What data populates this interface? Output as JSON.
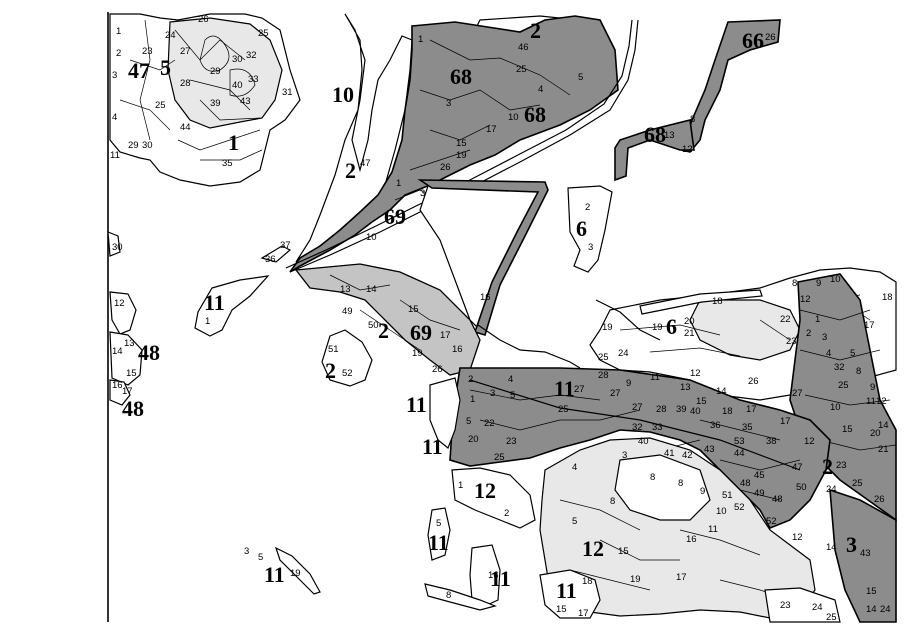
{
  "block_labels": [
    "1",
    "2",
    "2",
    "2",
    "2",
    "5",
    "6",
    "6",
    "10",
    "11",
    "11",
    "11",
    "11",
    "11",
    "11",
    "11",
    "11",
    "12",
    "12",
    "47",
    "48",
    "48",
    "66",
    "68",
    "68",
    "68",
    "69",
    "69"
  ],
  "compartment_labels": [
    "1",
    "2",
    "3",
    "4",
    "5",
    "8",
    "9",
    "10",
    "11",
    "12",
    "13",
    "14",
    "15",
    "16",
    "17",
    "18",
    "19",
    "20",
    "21",
    "22",
    "23",
    "24",
    "25",
    "26",
    "27",
    "28",
    "29",
    "30",
    "31",
    "32",
    "33",
    "35",
    "36",
    "37",
    "38",
    "39",
    "40",
    "41",
    "42",
    "43",
    "44",
    "45",
    "46",
    "47",
    "48",
    "49",
    "50",
    "51",
    "52",
    "53"
  ]
}
